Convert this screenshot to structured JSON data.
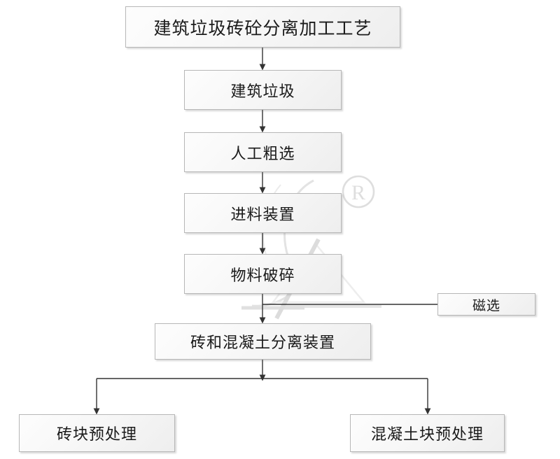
{
  "diagram": {
    "title_box": {
      "label": "建筑垃圾砖砼分离加工工艺"
    },
    "nodes": [
      {
        "id": "construction-waste",
        "label": "建筑垃圾"
      },
      {
        "id": "manual-rough-sorting",
        "label": "人工粗选"
      },
      {
        "id": "feeding-device",
        "label": "进料装置"
      },
      {
        "id": "material-crushing",
        "label": "物料破碎"
      },
      {
        "id": "magnetic-separation",
        "label": "磁选"
      },
      {
        "id": "brick-concrete-separator",
        "label": "砖和混凝土分离装置"
      },
      {
        "id": "brick-pretreatment",
        "label": "砖块预处理"
      },
      {
        "id": "concrete-pretreatment",
        "label": "混凝土块预处理"
      }
    ],
    "watermark": {
      "symbol": "®"
    },
    "colors": {
      "box_border": "#b7b7b7",
      "box_fill_light": "#fdfdfd",
      "box_fill_dark": "#eeeeee",
      "connector": "#333333",
      "text": "#1a1a1a",
      "watermark": "#e2e2e2",
      "background": "#ffffff"
    }
  }
}
